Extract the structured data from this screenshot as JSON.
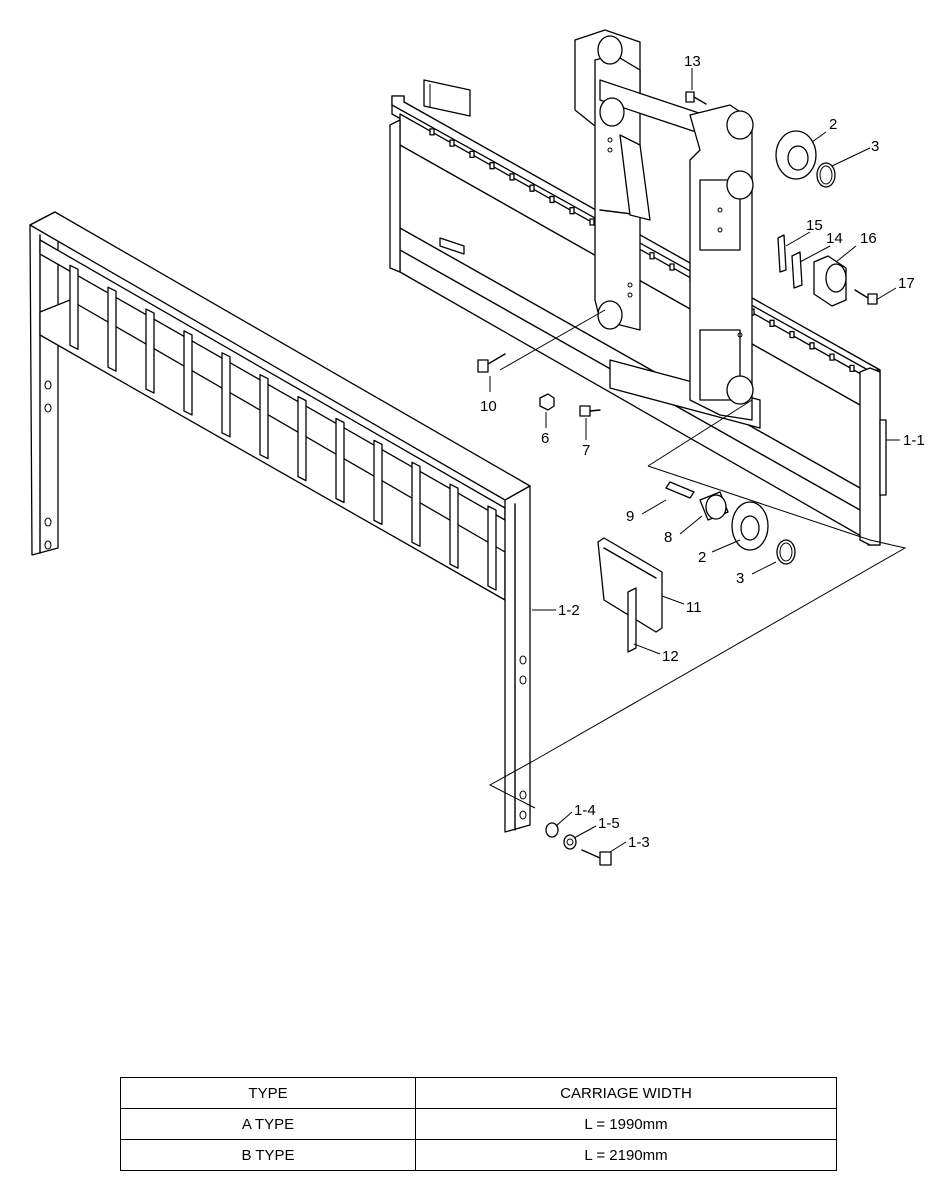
{
  "callouts": [
    {
      "id": "c13",
      "text": "13"
    },
    {
      "id": "c2a",
      "text": "2"
    },
    {
      "id": "c3a",
      "text": "3"
    },
    {
      "id": "c15",
      "text": "15"
    },
    {
      "id": "c14",
      "text": "14"
    },
    {
      "id": "c16",
      "text": "16"
    },
    {
      "id": "c17",
      "text": "17"
    },
    {
      "id": "c10",
      "text": "10"
    },
    {
      "id": "c6",
      "text": "6"
    },
    {
      "id": "c7",
      "text": "7"
    },
    {
      "id": "c1-1",
      "text": "1-1"
    },
    {
      "id": "c9",
      "text": "9"
    },
    {
      "id": "c8",
      "text": "8"
    },
    {
      "id": "c2b",
      "text": "2"
    },
    {
      "id": "c3b",
      "text": "3"
    },
    {
      "id": "c11",
      "text": "11"
    },
    {
      "id": "c12",
      "text": "12"
    },
    {
      "id": "c1-2",
      "text": "1-2"
    },
    {
      "id": "c1-4",
      "text": "1-4"
    },
    {
      "id": "c1-5",
      "text": "1-5"
    },
    {
      "id": "c1-3",
      "text": "1-3"
    }
  ],
  "table": {
    "headers": [
      "TYPE",
      "CARRIAGE WIDTH"
    ],
    "rows": [
      [
        "A TYPE",
        "L = 1990mm"
      ],
      [
        "B TYPE",
        "L = 2190mm"
      ]
    ]
  }
}
